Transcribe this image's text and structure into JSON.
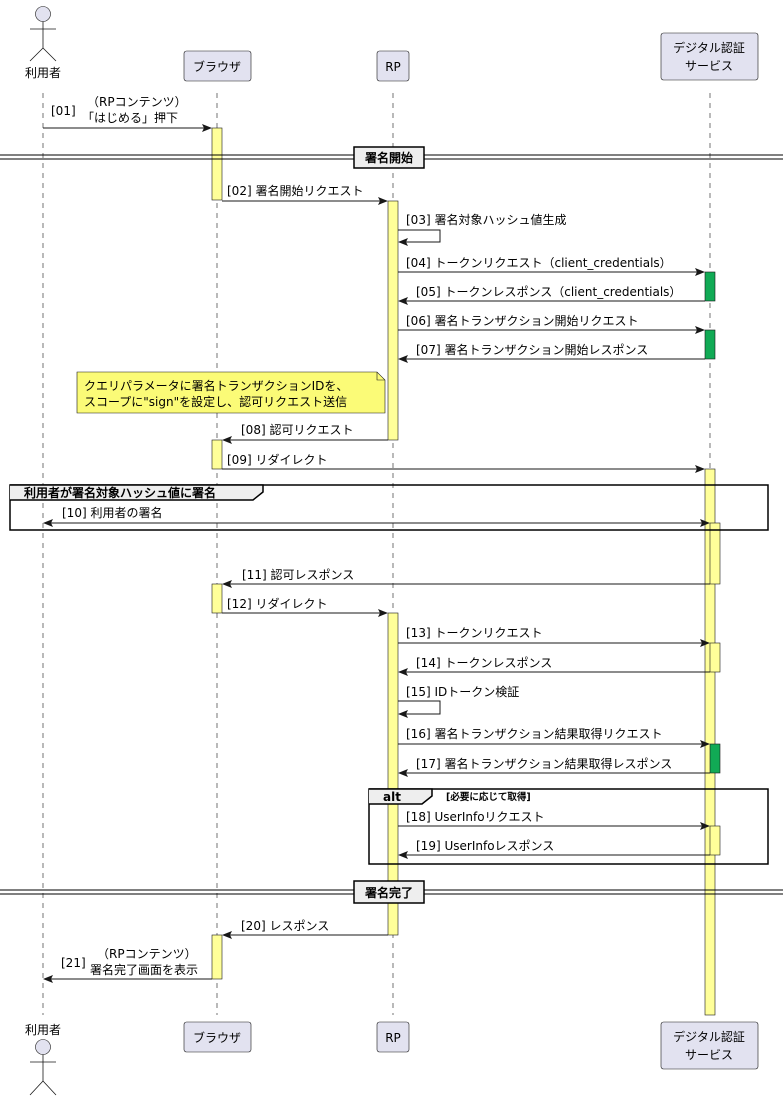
{
  "participants": [
    {
      "id": "user",
      "label": [
        "利用者"
      ]
    },
    {
      "id": "browser",
      "label": [
        "ブラウザ"
      ]
    },
    {
      "id": "rp",
      "label": [
        "RP"
      ]
    },
    {
      "id": "dsa",
      "label": [
        "デジタル認証",
        "サービス"
      ]
    }
  ],
  "dividers": [
    "署名開始",
    "署名完了"
  ],
  "groups": [
    {
      "label": "利用者が署名対象ハッシュ値に署名"
    },
    {
      "label": "alt",
      "condition": "[必要に応じて取得]"
    }
  ],
  "note": [
    "クエリパラメータに署名トランザクションIDを、",
    "スコープに\"sign\"を設定し、認可リクエスト送信"
  ],
  "messages": [
    {
      "id": "m01",
      "num": "[01]",
      "text": [
        "（RPコンテンツ）",
        "「はじめる」押下"
      ]
    },
    {
      "id": "m02",
      "num": "[02]",
      "text": [
        "署名開始リクエスト"
      ]
    },
    {
      "id": "m03",
      "num": "[03]",
      "text": [
        "署名対象ハッシュ値生成"
      ]
    },
    {
      "id": "m04",
      "num": "[04]",
      "text": [
        "トークンリクエスト（client_credentials）"
      ]
    },
    {
      "id": "m05",
      "num": "[05]",
      "text": [
        "トークンレスポンス（client_credentials）"
      ]
    },
    {
      "id": "m06",
      "num": "[06]",
      "text": [
        "署名トランザクション開始リクエスト"
      ]
    },
    {
      "id": "m07",
      "num": "[07]",
      "text": [
        "署名トランザクション開始レスポンス"
      ]
    },
    {
      "id": "m08",
      "num": "[08]",
      "text": [
        "認可リクエスト"
      ]
    },
    {
      "id": "m09",
      "num": "[09]",
      "text": [
        "リダイレクト"
      ]
    },
    {
      "id": "m10",
      "num": "[10]",
      "text": [
        "利用者の署名"
      ]
    },
    {
      "id": "m11",
      "num": "[11]",
      "text": [
        "認可レスポンス"
      ]
    },
    {
      "id": "m12",
      "num": "[12]",
      "text": [
        "リダイレクト"
      ]
    },
    {
      "id": "m13",
      "num": "[13]",
      "text": [
        "トークンリクエスト"
      ]
    },
    {
      "id": "m14",
      "num": "[14]",
      "text": [
        "トークンレスポンス"
      ]
    },
    {
      "id": "m15",
      "num": "[15]",
      "text": [
        "IDトークン検証"
      ]
    },
    {
      "id": "m16",
      "num": "[16]",
      "text": [
        "署名トランザクション結果取得リクエスト"
      ]
    },
    {
      "id": "m17",
      "num": "[17]",
      "text": [
        "署名トランザクション結果取得レスポンス"
      ]
    },
    {
      "id": "m18",
      "num": "[18]",
      "text": [
        "UserInfoリクエスト"
      ]
    },
    {
      "id": "m19",
      "num": "[19]",
      "text": [
        "UserInfoレスポンス"
      ]
    },
    {
      "id": "m20",
      "num": "[20]",
      "text": [
        "レスポンス"
      ]
    },
    {
      "id": "m21",
      "num": "[21]",
      "text": [
        "（RPコンテンツ）",
        "署名完了画面を表示"
      ]
    }
  ],
  "colors": {
    "activation": "#ffff99",
    "activation_alt": "#11aa55",
    "participant": "#e2e2f0",
    "note": "#fbfb77"
  }
}
